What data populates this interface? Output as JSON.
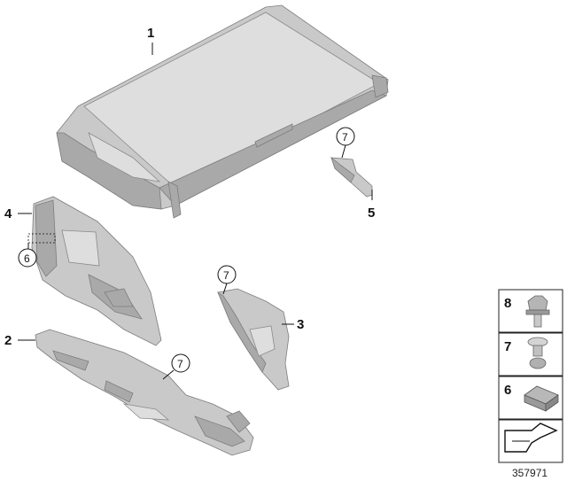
{
  "callouts": {
    "part_1": "1",
    "part_2": "2",
    "part_3": "3",
    "part_4": "4",
    "part_5": "5",
    "ref_7_a": "7",
    "ref_7_b": "7",
    "ref_7_c": "7",
    "ref_6": "6"
  },
  "legend": {
    "item_8": "8",
    "item_7": "7",
    "item_6": "6"
  },
  "diagram_id": "357971",
  "colors": {
    "part_gray": "#c9c9c9",
    "outline": "#7d7d7d",
    "text": "#111111"
  }
}
